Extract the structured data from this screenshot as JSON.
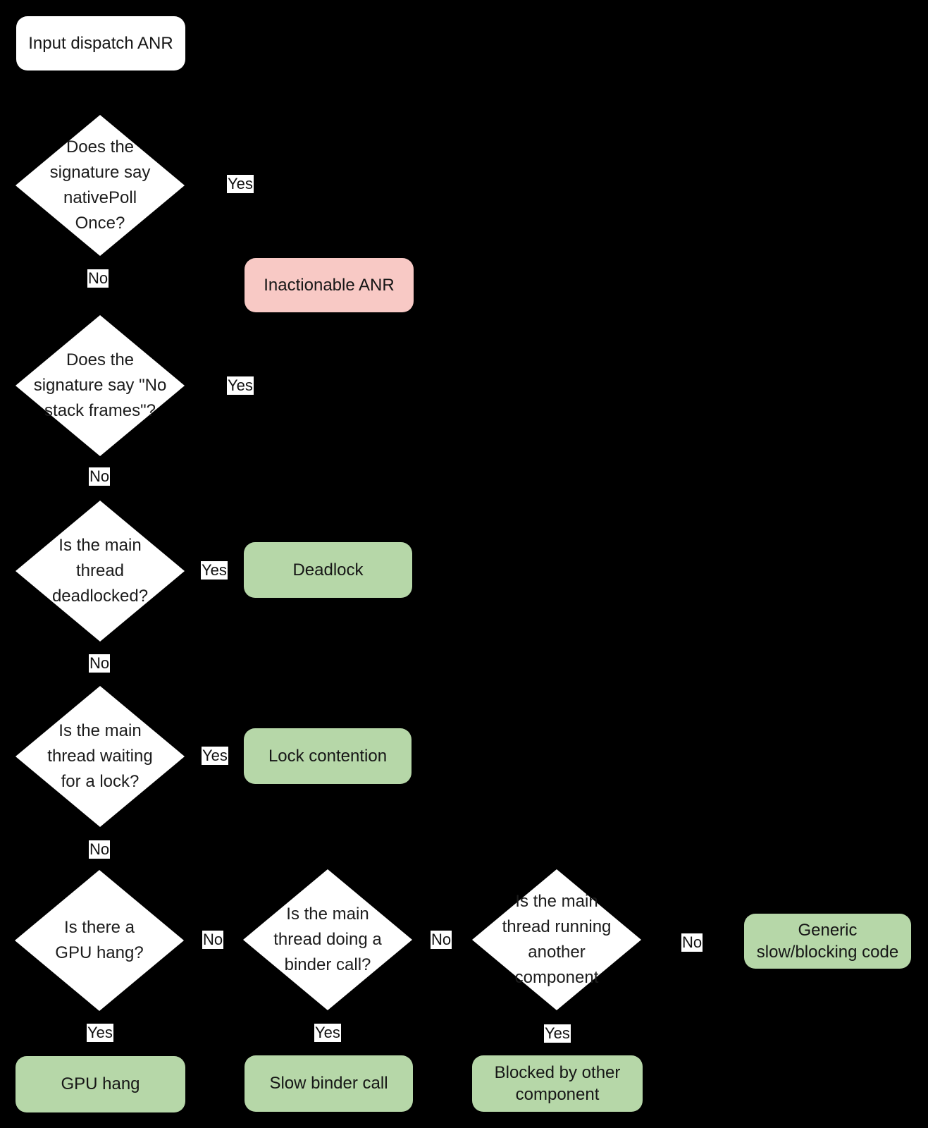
{
  "colors": {
    "background": "#000000",
    "node_fill": "#ffffff",
    "outcome_good": "#b6d7a8",
    "outcome_bad": "#f8c9c5",
    "text": "#1c1c1c"
  },
  "start": {
    "label": "Input dispatch ANR"
  },
  "decisions": [
    {
      "id": "native-poll-once",
      "label": "Does the\nsignature say\nnativePoll\nOnce?"
    },
    {
      "id": "no-stack-frames",
      "label": "Does the\nsignature say \"No\nstack frames\"?"
    },
    {
      "id": "main-thread-deadlocked",
      "label": "Is the main\nthread\ndeadlocked?"
    },
    {
      "id": "waiting-for-lock",
      "label": "Is the main\nthread waiting\nfor a lock?"
    },
    {
      "id": "gpu-hang",
      "label": "Is there a\nGPU hang?"
    },
    {
      "id": "binder-call",
      "label": "Is the main\nthread doing a\nbinder call?"
    },
    {
      "id": "running-another-component",
      "label": "Is the main\nthread running\nanother\ncomponent"
    }
  ],
  "outcomes": [
    {
      "id": "inactionable-anr",
      "label": "Inactionable ANR",
      "kind": "bad"
    },
    {
      "id": "deadlock",
      "label": "Deadlock",
      "kind": "good"
    },
    {
      "id": "lock-contention",
      "label": "Lock contention",
      "kind": "good"
    },
    {
      "id": "generic-slow-blocking",
      "label": "Generic\nslow/blocking code",
      "kind": "good"
    },
    {
      "id": "gpu-hang",
      "label": "GPU hang",
      "kind": "good"
    },
    {
      "id": "slow-binder-call",
      "label": "Slow binder call",
      "kind": "good"
    },
    {
      "id": "blocked-by-other-component",
      "label": "Blocked by other\ncomponent",
      "kind": "good"
    }
  ],
  "edges": {
    "yes": "Yes",
    "no": "No"
  }
}
